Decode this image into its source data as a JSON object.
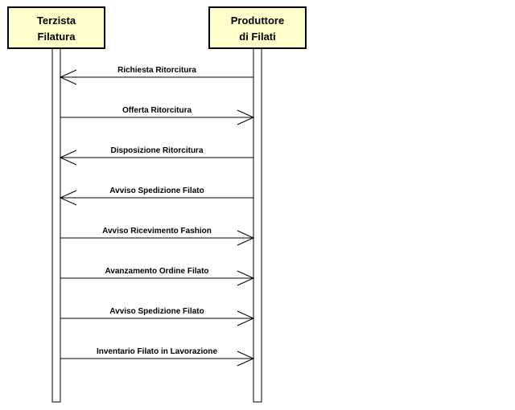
{
  "participants": [
    {
      "line1": "Terzista",
      "line2": "Filatura"
    },
    {
      "line1": "Produttore",
      "line2": "di Filati"
    }
  ],
  "colors": {
    "participant_fill": "#ffffcc",
    "line": "#000000",
    "lifeline_fill": "#ffffff"
  },
  "messages": [
    {
      "label": "Richiesta Ritorcitura",
      "from": 1,
      "to": 0
    },
    {
      "label": "Offerta Ritorcitura",
      "from": 0,
      "to": 1
    },
    {
      "label": "Disposizione Ritorcitura",
      "from": 1,
      "to": 0
    },
    {
      "label": "Avviso Spedizione Filato",
      "from": 1,
      "to": 0
    },
    {
      "label": "Avviso Ricevimento Fashion",
      "from": 0,
      "to": 1
    },
    {
      "label": "Avanzamento Ordine Filato",
      "from": 0,
      "to": 1
    },
    {
      "label": "Avviso Spedizione Filato",
      "from": 0,
      "to": 1
    },
    {
      "label": "Inventario Filato in Lavorazione",
      "from": 0,
      "to": 1
    }
  ]
}
